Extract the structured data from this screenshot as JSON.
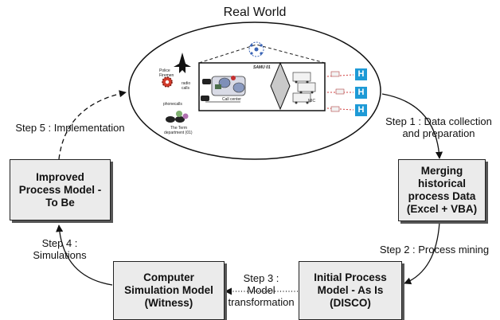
{
  "title": "Real World",
  "boxes": {
    "improved": [
      "Improved",
      "Process Model -",
      "To Be"
    ],
    "merging": [
      "Merging",
      "historical",
      "process Data",
      "(Excel + VBA)"
    ],
    "initial": [
      "Initial Process",
      "Model - As Is",
      "(DISCO)"
    ],
    "simulation": [
      "Computer",
      "Simulation Model",
      "(Witness)"
    ]
  },
  "steps": {
    "step1": [
      "Step 1 : Data collection",
      "and preparation"
    ],
    "step2": "Step 2 : Process mining",
    "step3": [
      "Step 3 :",
      "Model",
      "transformation"
    ],
    "step4": [
      "Step 4 :",
      "Simulations"
    ],
    "step5": "Step 5 : Implementation"
  },
  "illustration": {
    "samu": "SAMU 01",
    "police": [
      "Police",
      "Firemen"
    ],
    "radio": "radio",
    "calls": "calls",
    "phone_calls": "phonecalls",
    "call_center": "Call center",
    "mic": "MIC",
    "term": [
      "The Term",
      "department (01)"
    ],
    "hospital": "H"
  }
}
